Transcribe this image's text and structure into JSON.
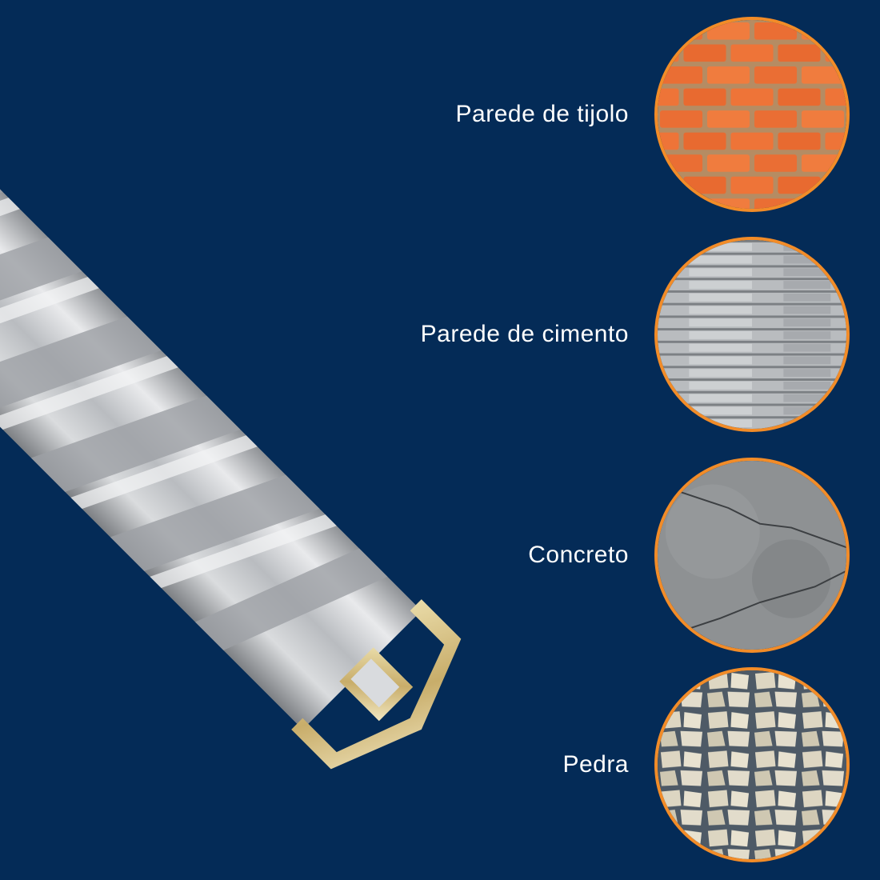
{
  "materials": [
    {
      "label": "Parede de tijolo",
      "texture": "brick"
    },
    {
      "label": "Parede de cimento",
      "texture": "cement-slats"
    },
    {
      "label": "Concreto",
      "texture": "concrete"
    },
    {
      "label": "Pedra",
      "texture": "stone"
    }
  ],
  "colors": {
    "background": "#042b57",
    "ring": "#f28c28",
    "text": "#ffffff"
  }
}
